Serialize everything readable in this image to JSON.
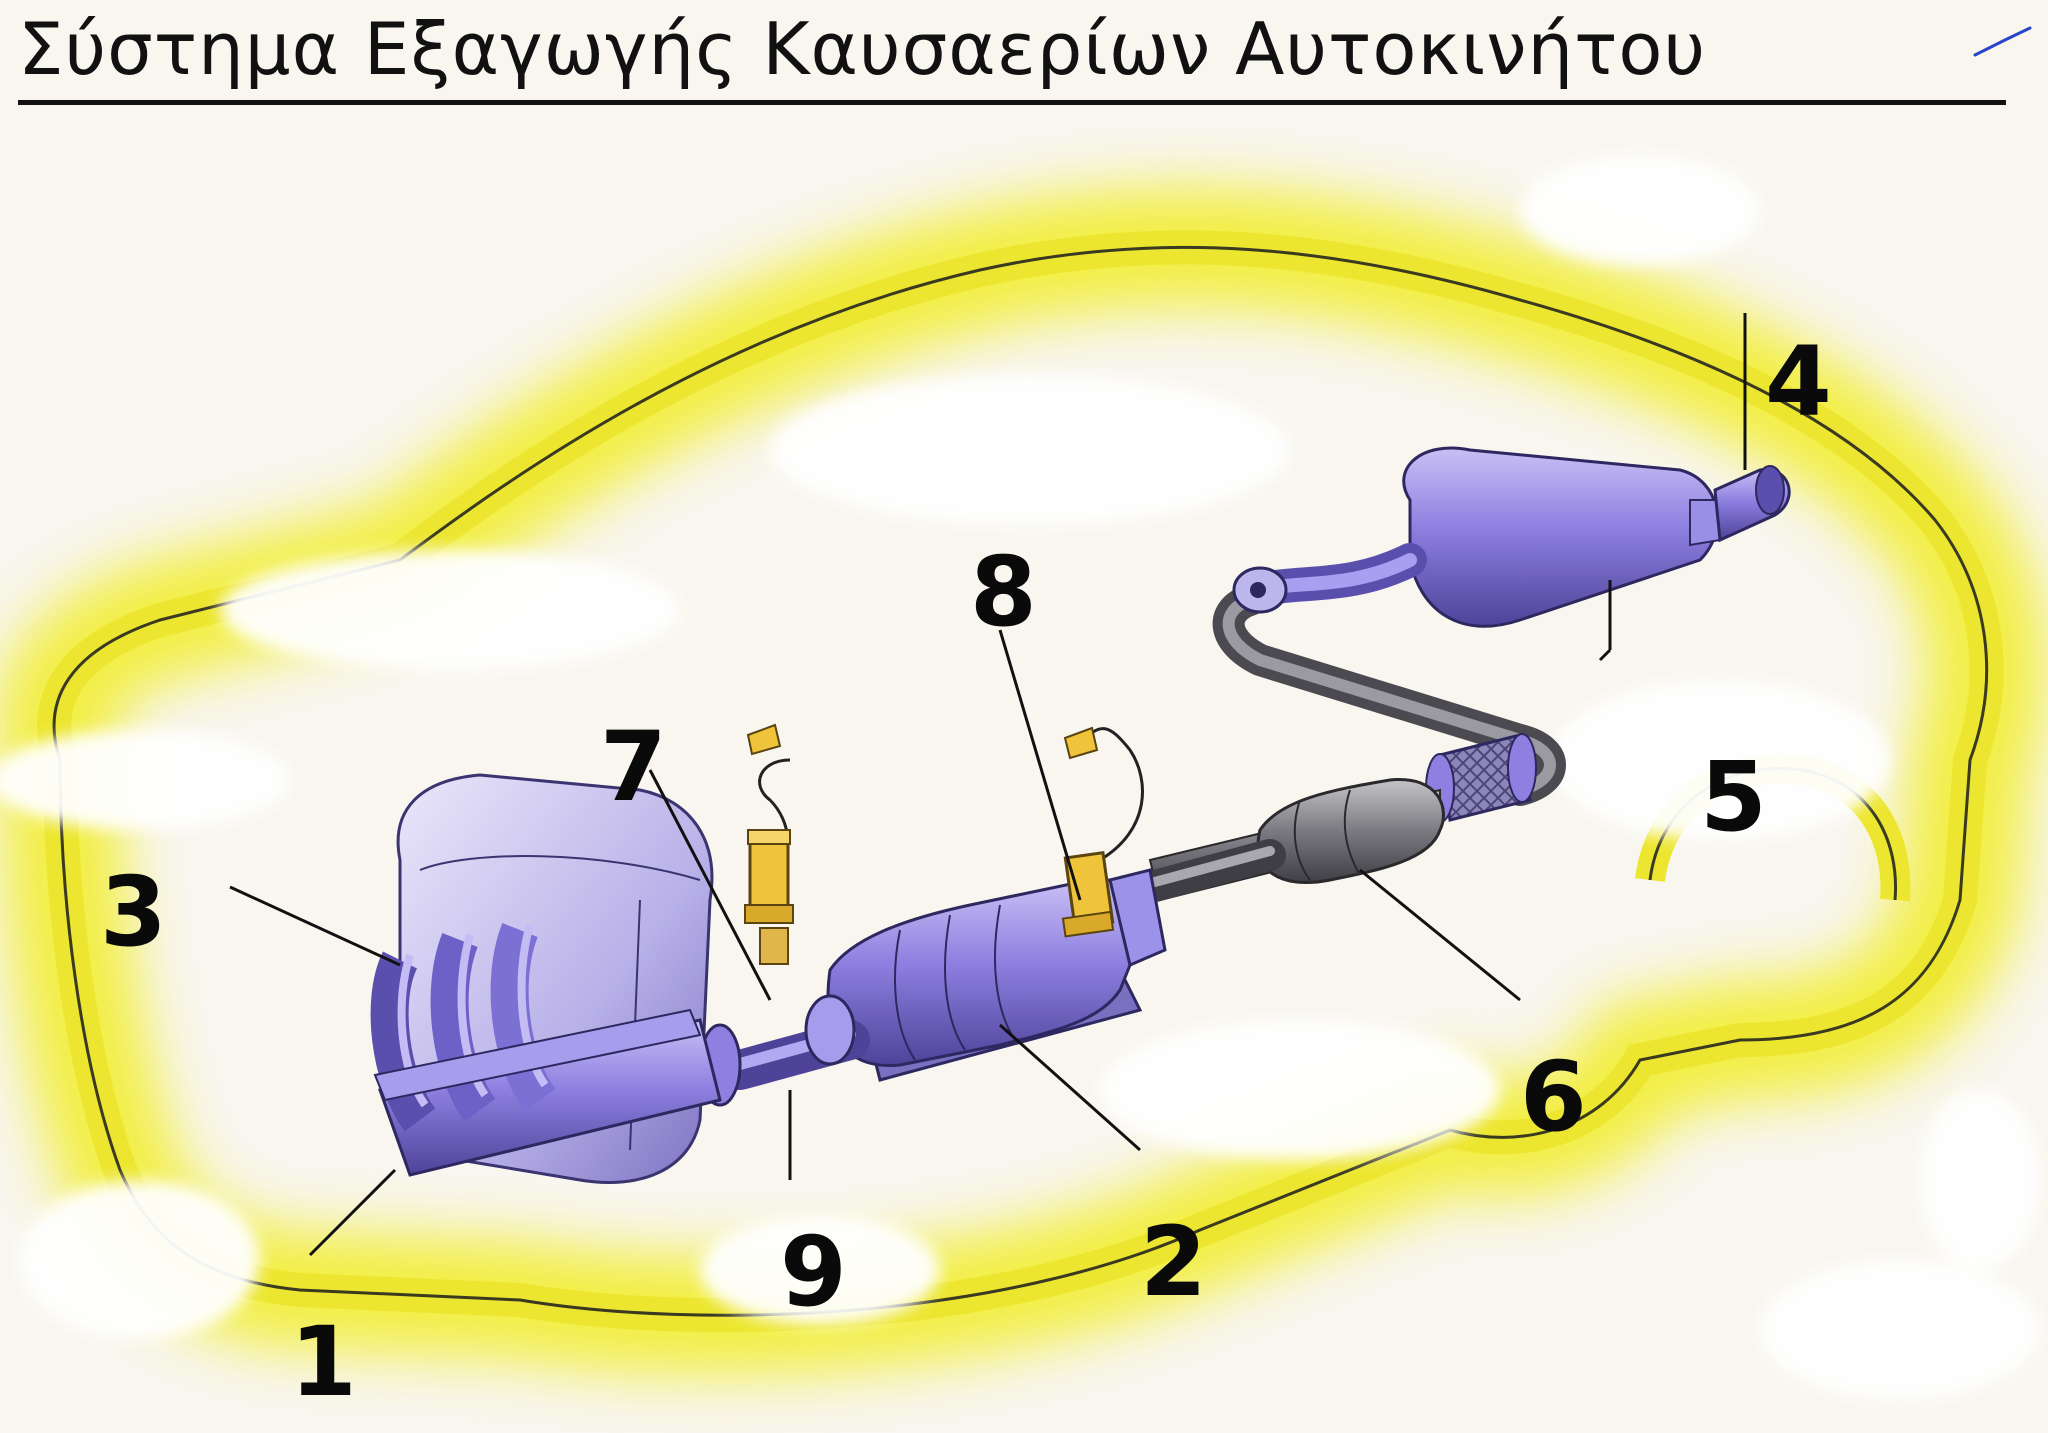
{
  "title": "Σύστημα Εξαγωγής Καυσαερίων Αυτοκινήτου",
  "colors": {
    "body_glow": "#f2ee3a",
    "body_outline": "#3a3a20",
    "metal_purple": "#8e7fe0",
    "metal_dark": "#5b4fae",
    "pipe_grey": "#6e6e72",
    "sensor_yellow": "#f0c43a",
    "background": "#f8f6ee"
  },
  "labels": [
    {
      "id": "1",
      "text": "1",
      "part": "exhaust-manifold"
    },
    {
      "id": "2",
      "text": "2",
      "part": "catalytic-converter"
    },
    {
      "id": "3",
      "text": "3",
      "part": "manifold-runners"
    },
    {
      "id": "4",
      "text": "4",
      "part": "tailpipe"
    },
    {
      "id": "5",
      "text": "5",
      "part": "rear-muffler"
    },
    {
      "id": "6",
      "text": "6",
      "part": "middle-silencer"
    },
    {
      "id": "7",
      "text": "7",
      "part": "front-oxygen-sensor"
    },
    {
      "id": "8",
      "text": "8",
      "part": "rear-oxygen-sensor"
    },
    {
      "id": "9",
      "text": "9",
      "part": "front-pipe"
    }
  ]
}
